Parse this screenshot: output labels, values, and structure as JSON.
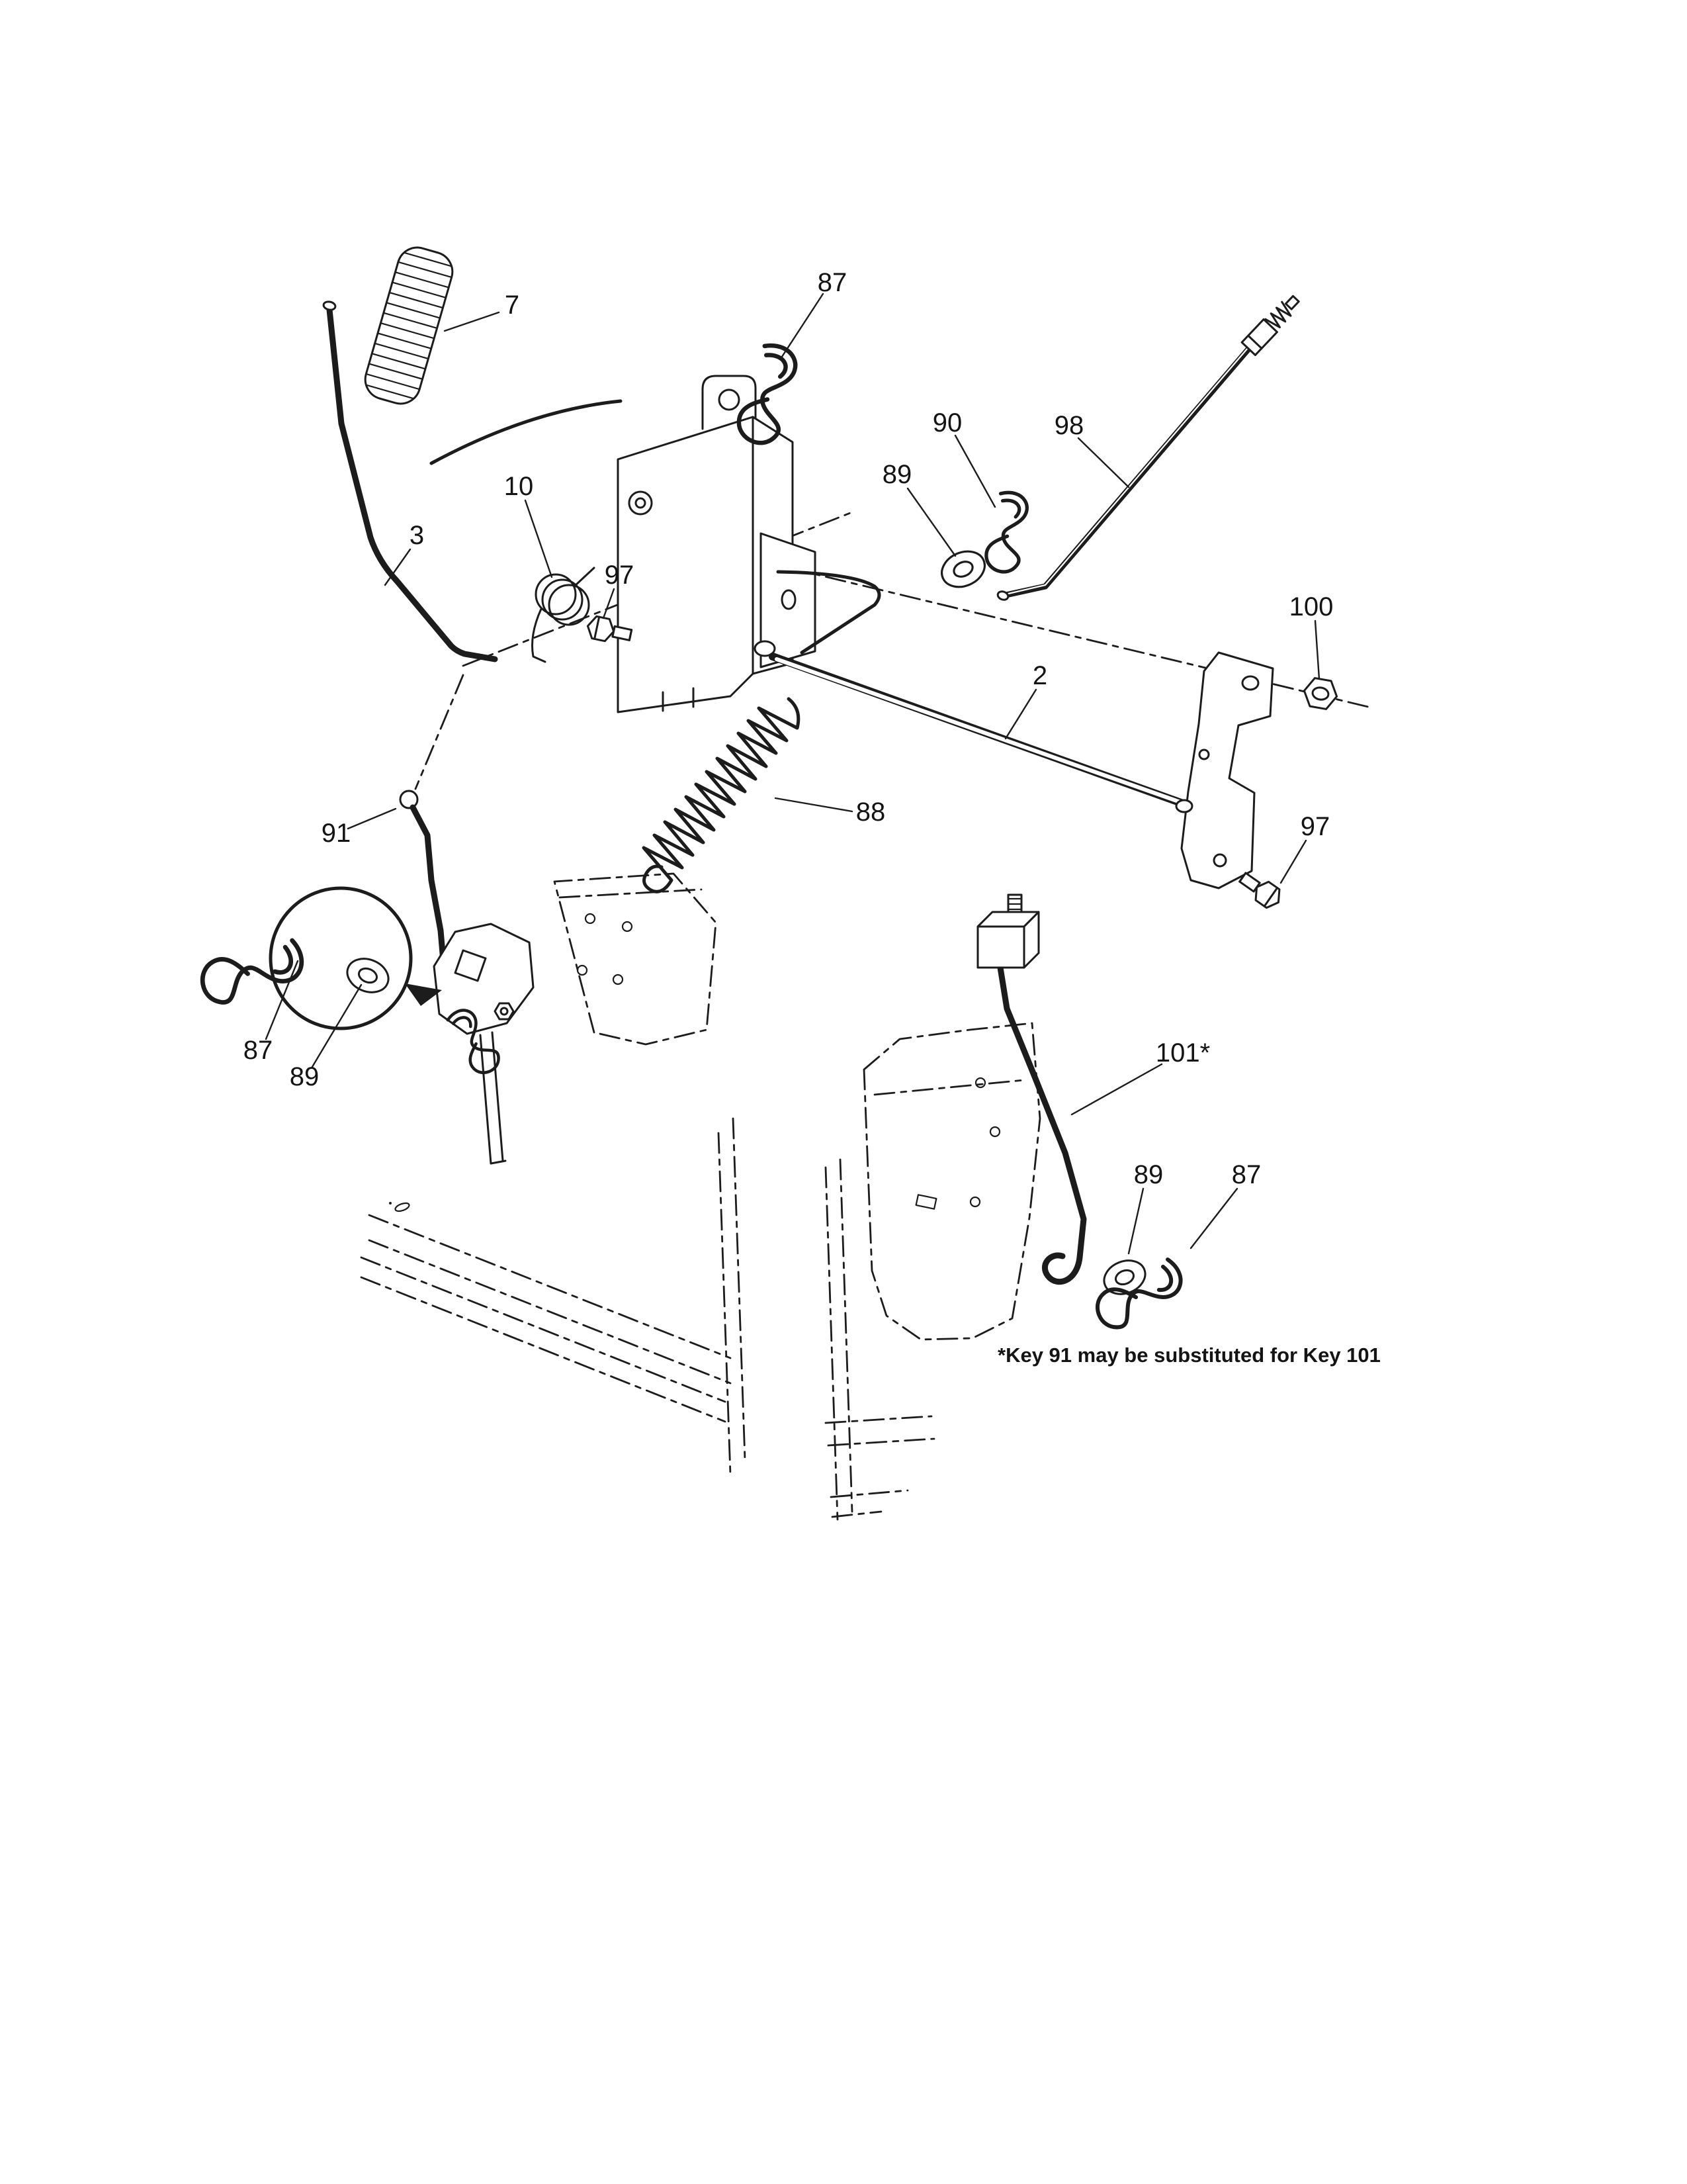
{
  "document": {
    "type": "exploded-parts-diagram",
    "background_color": "#ffffff",
    "line_color": "#1c1c1c"
  },
  "callouts": {
    "c7": "7",
    "c87_top": "87",
    "c90": "90",
    "c98": "98",
    "c89_top": "89",
    "c10": "10",
    "c3": "3",
    "c97_top": "97",
    "c2": "2",
    "c100": "100",
    "c88": "88",
    "c97_right": "97",
    "c91": "91",
    "c87_detail": "87",
    "c89_detail": "89",
    "c101": "101*",
    "c89_bottom": "89",
    "c87_bottom": "87"
  },
  "footnote": "*Key 91 may be substituted for Key 101"
}
